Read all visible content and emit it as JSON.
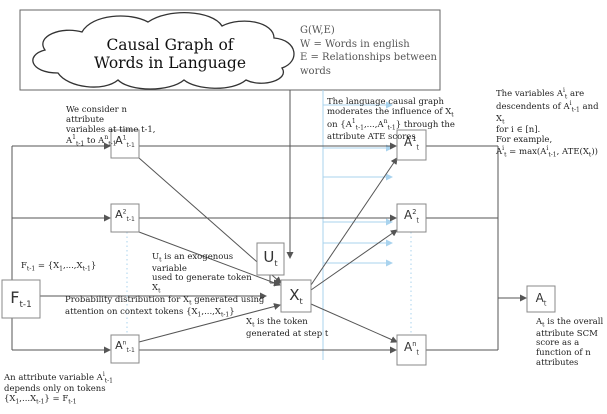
{
  "cloud": {
    "title_line1": "Causal Graph of",
    "title_line2": "Words in Language"
  },
  "graph_defs": {
    "g": "G(W,E)",
    "w": "W = Words in english",
    "e": "E = Relationships between words"
  },
  "nodes": {
    "f_prev": {
      "base": "F",
      "sub": "t-1"
    },
    "a1_prev": {
      "base": "A",
      "sup": "1",
      "sub": "t-1"
    },
    "a2_prev": {
      "base": "A",
      "sup": "2",
      "sub": "t-1"
    },
    "an_prev": {
      "base": "A",
      "sup": "n",
      "sub": "t-1"
    },
    "u": {
      "base": "U",
      "sub": "t"
    },
    "x": {
      "base": "X",
      "sub": "t"
    },
    "a1": {
      "base": "A",
      "sup": "1",
      "sub": "t"
    },
    "a2": {
      "base": "A",
      "sup": "2",
      "sub": "t"
    },
    "an": {
      "base": "A",
      "sup": "n",
      "sub": "t"
    },
    "a_total": {
      "base": "A",
      "sub": "t"
    }
  },
  "annotations": {
    "consider_1": "We consider n attribute",
    "consider_2": "variables at time t-1,",
    "consider_3a": "A",
    "consider_3b": " to A",
    "f_eq_a": "F",
    "f_eq_b": " = {X",
    "f_eq_c": ",...,X",
    "f_eq_d": "}",
    "u_1a": "U",
    "u_1b": " is an exogenous variable",
    "u_2": "used to generate token  X",
    "prob_1a": "Probability distribution for X",
    "prob_1b": " generated using",
    "prob_2a": "attention on context tokens {X",
    "prob_2b": ",...,X",
    "prob_2c": "}",
    "x_1a": "X",
    "x_1b": " is the token",
    "x_2": "generated at step t",
    "attr_1a": "An attribute variable A",
    "attr_2": "depends only on tokens",
    "attr_3a": "{X",
    "attr_3b": ",...X",
    "attr_3c": "} = F",
    "moderates_1": "The language causal graph",
    "moderates_2a": "moderates the influence of X",
    "moderates_3a": "on {A",
    "moderates_3b": ",...,A",
    "moderates_3c": "} through the",
    "moderates_4": "attribute ATE scores",
    "desc_1": "The variables A",
    "desc_1b": " are",
    "desc_2a": "descendents of A",
    "desc_2b": " and X",
    "desc_3": "for i ∈ [n].",
    "desc_4": "For example,",
    "desc_5a": "A",
    "desc_5b": " = max(A",
    "desc_5c": ", ATE(X",
    "desc_5d": "))",
    "overall_1a": "A",
    "overall_1b": " is the overall",
    "overall_2": "attribute SCM",
    "overall_3": "score as a",
    "overall_4": "function of n",
    "overall_5": "attributes"
  },
  "colors": {
    "line": "#555555",
    "cloud_border": "#333333",
    "node_border": "#888888",
    "blue_arrow": "#a9d3ee"
  }
}
